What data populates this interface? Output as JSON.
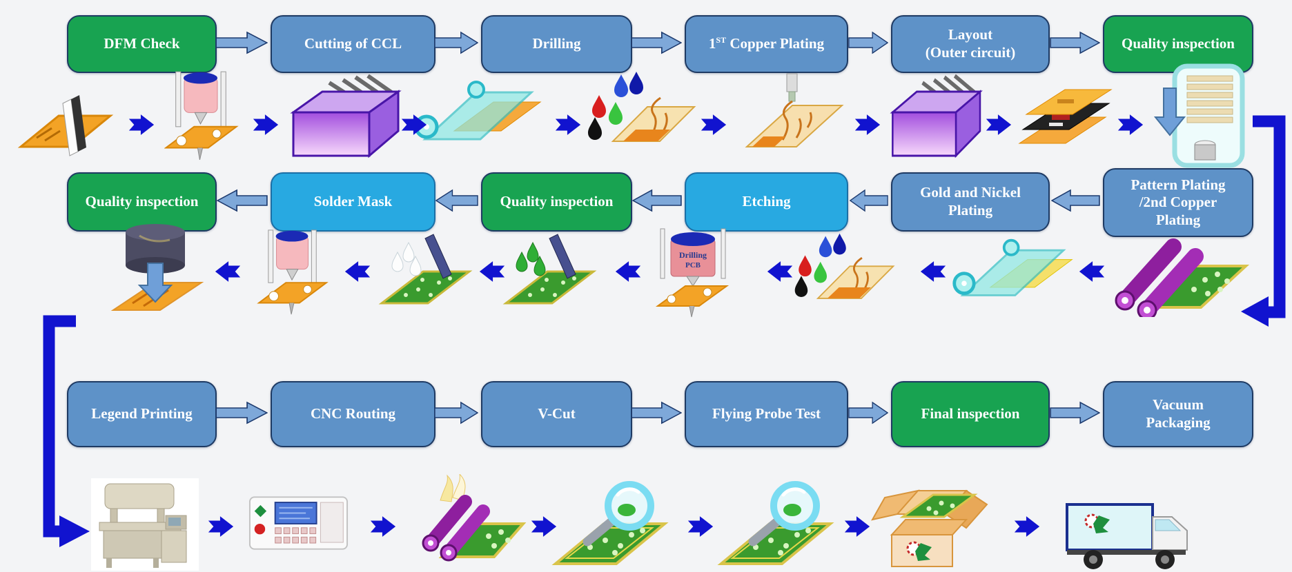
{
  "colors": {
    "background": "#f3f4f6",
    "box_green": "#18a351",
    "box_blue": "#5e92c8",
    "box_cyan": "#28a9e1",
    "box_text": "#ffffff",
    "block_arrow_fill": "#7ea8d9",
    "block_arrow_outline": "#1d3a6e",
    "flow_arrow_blue": "#1113cf"
  },
  "process_rows": [
    {
      "direction": "left-to-right",
      "boxes": [
        {
          "label": "DFM Check",
          "color": "green"
        },
        {
          "label": "Cutting of CCL",
          "color": "blue"
        },
        {
          "label": "Drilling",
          "color": "blue"
        },
        {
          "label": "1ST Copper Plating",
          "label_parts": [
            "1",
            "ST",
            " Copper Plating"
          ],
          "color": "blue"
        },
        {
          "label": "Layout (Outer circuit)",
          "lines": [
            "Layout",
            "(Outer circuit)"
          ],
          "color": "blue"
        },
        {
          "label": "Quality inspection",
          "color": "green"
        }
      ]
    },
    {
      "direction": "right-to-left",
      "boxes": [
        {
          "label": "Quality inspection",
          "color": "green"
        },
        {
          "label": "Solder Mask",
          "color": "cyan"
        },
        {
          "label": "Quality inspection",
          "color": "green"
        },
        {
          "label": "Etching",
          "color": "cyan"
        },
        {
          "label": "Gold and Nickel Plating",
          "lines": [
            "Gold and Nickel",
            "Plating"
          ],
          "color": "blue"
        },
        {
          "label": "Pattern Plating /2nd Copper Plating",
          "lines": [
            "Pattern Plating",
            "/2nd Copper",
            "Plating"
          ],
          "color": "blue"
        }
      ]
    },
    {
      "direction": "left-to-right",
      "boxes": [
        {
          "label": "Legend Printing",
          "color": "blue"
        },
        {
          "label": "CNC Routing",
          "color": "blue"
        },
        {
          "label": "V-Cut",
          "color": "blue"
        },
        {
          "label": "Flying Probe Test",
          "color": "blue"
        },
        {
          "label": "Final inspection",
          "color": "green"
        },
        {
          "label": "Vacuum Packaging",
          "lines": [
            "Vacuum",
            "Packaging"
          ],
          "color": "blue"
        }
      ]
    }
  ],
  "illustrations": {
    "row1": [
      "copper-clad-laminate",
      "drilling-machine",
      "cutting-machine",
      "laminate-roll",
      "ink-drops-pcb",
      "pcb-with-drill-head",
      "cutting-machine",
      "layer-stack",
      "inspection-machine"
    ],
    "row2": [
      "press-machine",
      "drilling-machine",
      "solder-mask-squeegee",
      "etching-squeegee",
      "drilling-can-machine",
      "ink-drops-pcb",
      "laminate-roll",
      "plating-rollers"
    ],
    "row3": [
      "legend-printer",
      "probe-test-panel",
      "hot-rollers-pcb",
      "magnifier-inspection",
      "magnifier-inspection",
      "packaging-box",
      "delivery-truck"
    ],
    "can_label_lines": [
      "Drilling",
      "PCB"
    ]
  }
}
